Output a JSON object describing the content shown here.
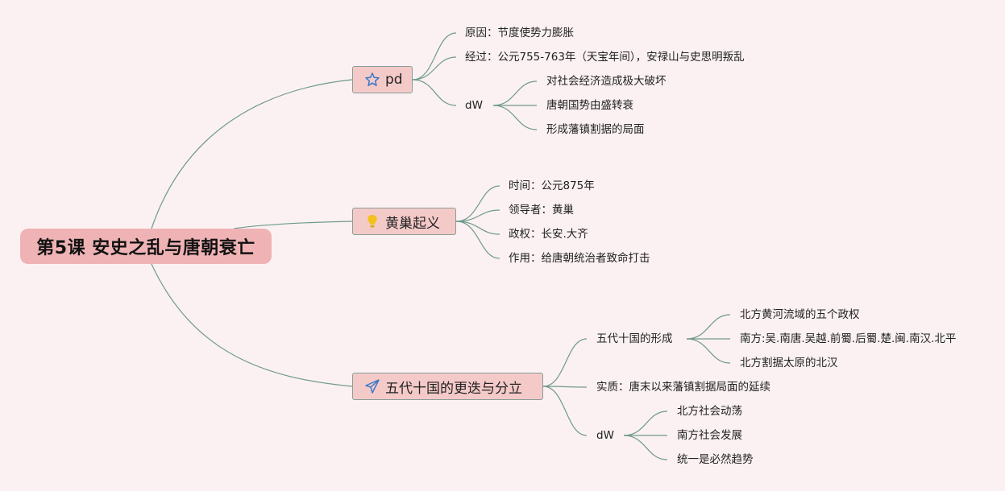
{
  "root": {
    "label": "第5课 安史之乱与唐朝衰亡"
  },
  "branches": [
    {
      "label": "pd",
      "icon": "star-icon",
      "children": [
        {
          "label": "原因：节度使势力膨胀"
        },
        {
          "label": "经过：公元755-763年（天宝年间），安禄山与史思明叛乱"
        },
        {
          "label": "dW",
          "children": [
            {
              "label": "对社会经济造成极大破坏"
            },
            {
              "label": "唐朝国势由盛转衰"
            },
            {
              "label": "形成藩镇割据的局面"
            }
          ]
        }
      ]
    },
    {
      "label": "黄巢起义",
      "icon": "lightbulb-icon",
      "children": [
        {
          "label": "时间：公元875年"
        },
        {
          "label": "领导者：黄巢"
        },
        {
          "label": "政权：长安.大齐"
        },
        {
          "label": "作用：给唐朝统治者致命打击"
        }
      ]
    },
    {
      "label": "五代十国的更迭与分立",
      "icon": "paper-plane-icon",
      "children": [
        {
          "label": "五代十国的形成",
          "children": [
            {
              "label": "北方黄河流域的五个政权"
            },
            {
              "label": "南方:吴.南唐.吴越.前蜀.后蜀.楚.闽.南汉.北平"
            },
            {
              "label": "北方割据太原的北汉"
            }
          ]
        },
        {
          "label": "实质：唐末以来藩镇割据局面的延续"
        },
        {
          "label": "dW",
          "children": [
            {
              "label": "北方社会动荡"
            },
            {
              "label": "南方社会发展"
            },
            {
              "label": "统一是必然趋势"
            }
          ]
        }
      ]
    }
  ],
  "colors": {
    "background": "#fbf1f2",
    "root": "#efb3b5",
    "topic": "#f4cac9",
    "line": "#6f9a8c",
    "star": "#3a78c8",
    "bulb": "#f2c21b",
    "plane": "#3a78c8"
  }
}
